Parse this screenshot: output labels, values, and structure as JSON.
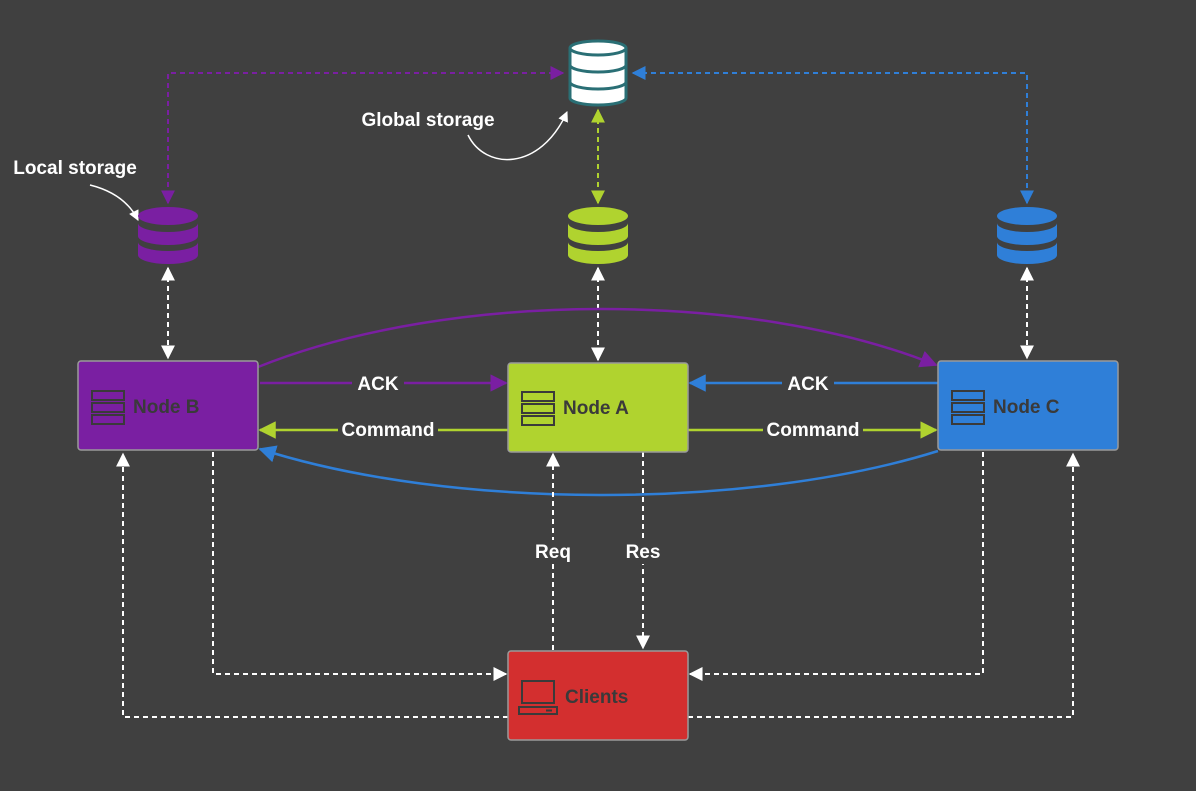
{
  "colors": {
    "background": "#404040",
    "purple": "#7a1fa2",
    "lime": "#b0d32f",
    "blue": "#2f7fd8",
    "red": "#d32f2f",
    "white": "#ffffff",
    "dark_text": "#3a3a3a"
  },
  "nodes": {
    "node_b": {
      "label": "Node B",
      "icon": "server-icon"
    },
    "node_a": {
      "label": "Node A",
      "icon": "server-icon"
    },
    "node_c": {
      "label": "Node C",
      "icon": "server-icon"
    },
    "clients": {
      "label": "Clients",
      "icon": "computer-icon"
    }
  },
  "storage": {
    "global_label": "Global storage",
    "local_label": "Local storage"
  },
  "edges": {
    "ack_left": "ACK",
    "ack_right": "ACK",
    "command_left": "Command",
    "command_right": "Command",
    "req": "Req",
    "res": "Res"
  }
}
